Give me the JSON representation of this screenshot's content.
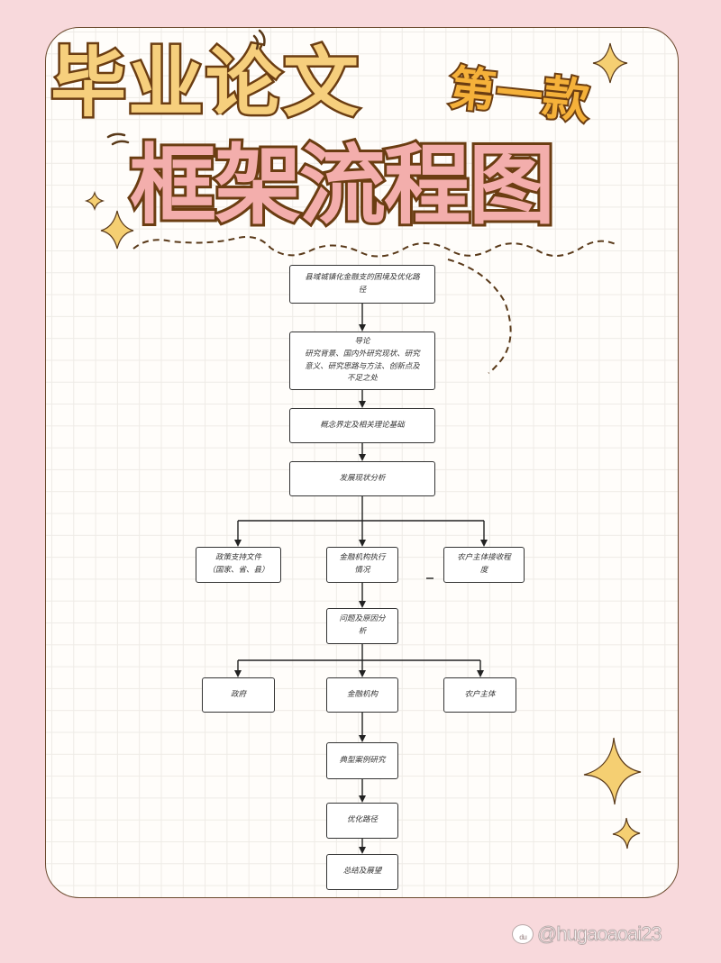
{
  "title": {
    "main": "毕业论文",
    "badge": "第一款",
    "sub": "框架流程图"
  },
  "colors": {
    "background": "#f8d9dc",
    "card": "#fffdfa",
    "title_main_fill": "#f6cf7d",
    "title_badge_fill": "#f5b13a",
    "title_sub_fill": "#f3aeac",
    "outline": "#6b3d12",
    "sparkle": "#f5cf72"
  },
  "flowchart": {
    "nodes": [
      {
        "id": "topic",
        "label": "县域城镇化金融支的困境及优化路\n径"
      },
      {
        "id": "intro",
        "label": "导论\n研究背景、国内外研究现状、研究\n意义、研究思路与方法、创新点及\n不足之处"
      },
      {
        "id": "theory",
        "label": "概念界定及相关理论基础"
      },
      {
        "id": "status",
        "label": "发展现状分析"
      },
      {
        "id": "policy",
        "label": "政策支持文件\n（国家、省、县）"
      },
      {
        "id": "finance_exec",
        "label": "金融机构执行\n情况"
      },
      {
        "id": "farmer_accept",
        "label": "农户主体接收程\n度"
      },
      {
        "id": "problem",
        "label": "问题及原因分\n析"
      },
      {
        "id": "gov",
        "label": "政府"
      },
      {
        "id": "finance_inst",
        "label": "金融机构"
      },
      {
        "id": "farmer",
        "label": "农户主体"
      },
      {
        "id": "case",
        "label": "典型案例研究"
      },
      {
        "id": "path",
        "label": "优化路径"
      },
      {
        "id": "summary",
        "label": "总结及展望"
      }
    ],
    "edges": [
      [
        "topic",
        "intro"
      ],
      [
        "intro",
        "theory"
      ],
      [
        "theory",
        "status"
      ],
      [
        "status",
        "policy"
      ],
      [
        "status",
        "finance_exec"
      ],
      [
        "status",
        "farmer_accept"
      ],
      [
        "finance_exec",
        "problem"
      ],
      [
        "problem",
        "gov"
      ],
      [
        "problem",
        "finance_inst"
      ],
      [
        "problem",
        "farmer"
      ],
      [
        "finance_inst",
        "case"
      ],
      [
        "case",
        "path"
      ],
      [
        "path",
        "summary"
      ]
    ]
  },
  "watermark": {
    "icon": "baidu-paw-icon",
    "icon_text": "du",
    "text": "@hugaoaoai23"
  }
}
